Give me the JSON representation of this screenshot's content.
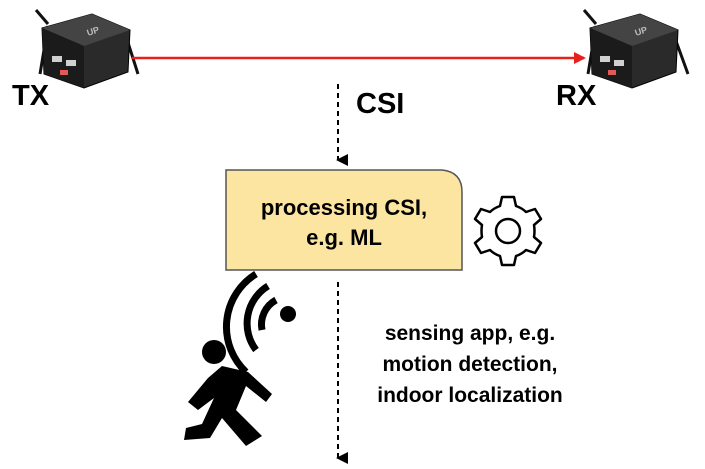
{
  "labels": {
    "tx": "TX",
    "rx": "RX",
    "csi": "CSI",
    "processing_line1": "processing CSI,",
    "processing_line2": "e.g. ML",
    "app_line1": "sensing app, e.g.",
    "app_line2": "motion detection,",
    "app_line3": "indoor localization"
  },
  "devices": {
    "left_brand": "UP",
    "right_brand": "UP"
  },
  "icons": {
    "processing": "gear-icon",
    "app": "walking-person-with-signal-icon"
  },
  "colors": {
    "link_arrow": "#e8201c",
    "process_box_fill": "#fce4a1",
    "process_box_stroke": "#555555",
    "flow_arrow": "#000000"
  }
}
